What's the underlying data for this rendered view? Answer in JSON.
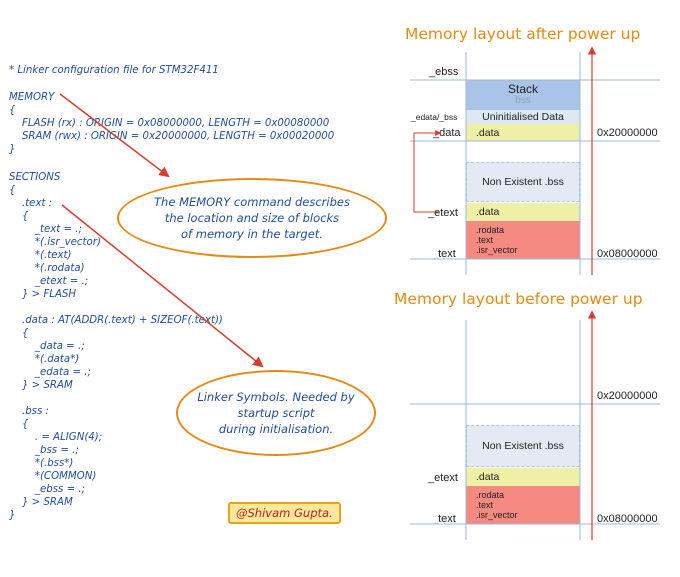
{
  "code": {
    "header": "* Linker configuration file for STM32F411",
    "memory_block": "MEMORY\n{\n    FLASH (rx) : ORIGIN = 0x08000000, LENGTH = 0x00080000\n    SRAM (rwx) : ORIGIN = 0x20000000, LENGTH = 0x00020000\n}",
    "sections_block": "SECTIONS\n{\n    .text :\n    {\n        _text = .;\n        *(.isr_vector)\n        *(.text)\n        *(.rodata)\n        _etext = .;\n    } > FLASH\n\n    .data : AT(ADDR(.text) + SIZEOF(.text))\n    {\n        _data = .;\n        *(.data*)\n        _edata = .;\n    } > SRAM\n\n    .bss :\n    {\n        . = ALIGN(4);\n        _bss = .;\n        *(.bss*)\n        *(COMMON)\n        _ebss = .;\n    } > SRAM\n}"
  },
  "callouts": {
    "memory_command": "The MEMORY command describes\nthe location and size of blocks\nof memory in the target.",
    "linker_symbols": "Linker Symbols. Needed by\nstartup script\nduring initialisation."
  },
  "credit": "@Shivam Gupta.",
  "after": {
    "title": "Memory layout after power up",
    "labels": {
      "ebss": "_ebss",
      "edata_bss": "_edata/_bss",
      "data": "_data",
      "etext": "_etext",
      "text": "_text"
    },
    "blocks": {
      "stack": "Stack",
      "stack_sub": "bss",
      "uninit": "Uninitialised Data",
      "data_ram": ".data",
      "non_existent": "Non Existent .bss",
      "data_flash": ".data",
      "rodata": ".rodata",
      "text_sec": ".text",
      "isr": ".isr_vector"
    },
    "addresses": {
      "sram": "0x20000000",
      "flash": "0x08000000"
    }
  },
  "before": {
    "title": "Memory layout before power up",
    "labels": {
      "etext": "_etext",
      "text": "_text"
    },
    "blocks": {
      "non_existent": "Non Existent .bss",
      "data_flash": ".data",
      "rodata": ".rodata",
      "text_sec": ".text",
      "isr": ".isr_vector"
    },
    "addresses": {
      "sram": "0x20000000",
      "flash": "0x08000000"
    }
  },
  "colors": {
    "stack": "#a9c4e6",
    "uninit": "#dde8f3",
    "data": "#eef0a6",
    "non_existent": "#e4eaf4",
    "flash_red": "#f58a80",
    "arrow_red": "#d93c2c",
    "accent_orange": "#e58a12",
    "line_blue": "#9bb8dd"
  }
}
